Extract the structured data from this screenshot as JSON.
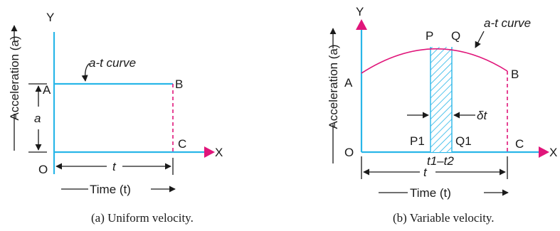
{
  "colors": {
    "axis": "#29b6e8",
    "curve": "#e0157a",
    "text": "#1a1a1a"
  },
  "panel_a": {
    "y_axis": "Y",
    "x_axis": "X",
    "y_label": "Acceleration (a)",
    "x_label": "Time (t)",
    "curve_label": "a-t curve",
    "origin": "O",
    "point_a": "A",
    "point_b": "B",
    "point_c": "C",
    "height_symbol": "a",
    "width_symbol": "t",
    "caption": "(a) Uniform velocity."
  },
  "panel_b": {
    "y_axis": "Y",
    "x_axis": "X",
    "y_label": "Acceleration (a)",
    "x_label": "Time (t)",
    "curve_label": "a-t curve",
    "origin": "O",
    "point_a": "A",
    "point_b": "B",
    "point_c": "C",
    "point_p": "P",
    "point_q": "Q",
    "point_p1": "P1",
    "point_q1": "Q1",
    "strip_width": "δt",
    "strip_interval": "t1–t2",
    "width_symbol": "t",
    "caption": "(b) Variable velocity."
  }
}
